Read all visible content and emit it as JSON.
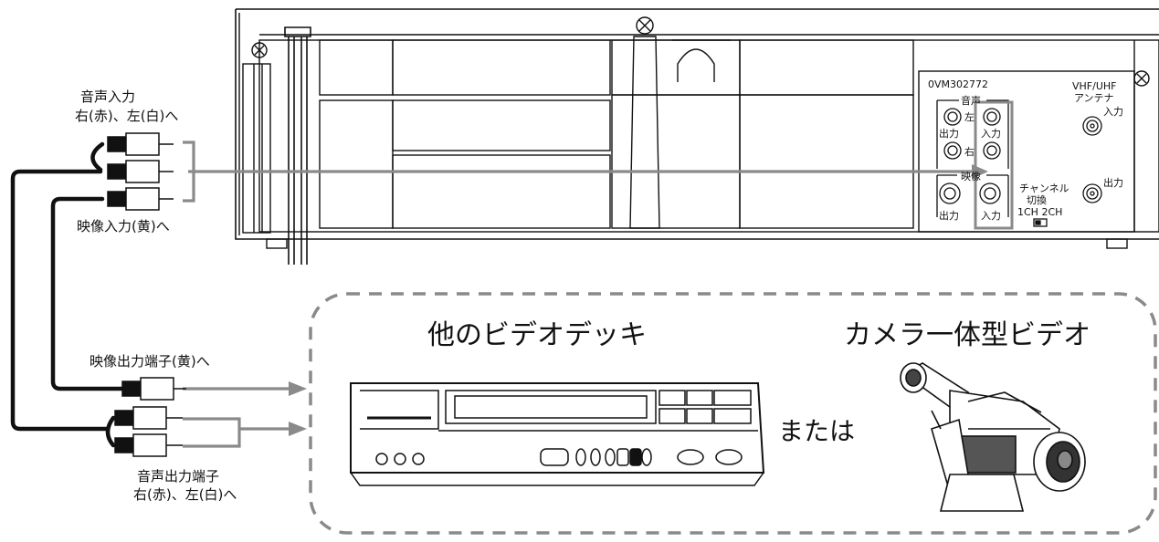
{
  "cable_labels": {
    "audio_input": [
      "音声入力",
      "右(赤)、左(白)へ"
    ],
    "video_input": "映像入力(黄)へ",
    "video_output": "映像出力端子(黄)へ",
    "audio_output": [
      "音声出力端子",
      "右(赤)、左(白)へ"
    ]
  },
  "vcr_panel": {
    "model": "0VM302772",
    "audio_group": "音声",
    "left": "左",
    "right": "右",
    "output": "出力",
    "input": "入力",
    "video_group": "映像",
    "video_output": "出力",
    "video_input": "入力",
    "channel_switch": [
      "チャンネル",
      "切換"
    ],
    "channel_options": "1CH  2CH",
    "antenna_title": [
      "VHF/UHF",
      "アンテナ"
    ],
    "antenna_input": "入力",
    "antenna_output": "出力"
  },
  "devices": {
    "other_vcr": "他のビデオデッキ",
    "camcorder": "カメラ一体型ビデオ",
    "or": "または"
  },
  "colors": {
    "line": "#111111",
    "gray_connection": "#8a8a8a",
    "dashed_border": "#8a8a8a"
  }
}
